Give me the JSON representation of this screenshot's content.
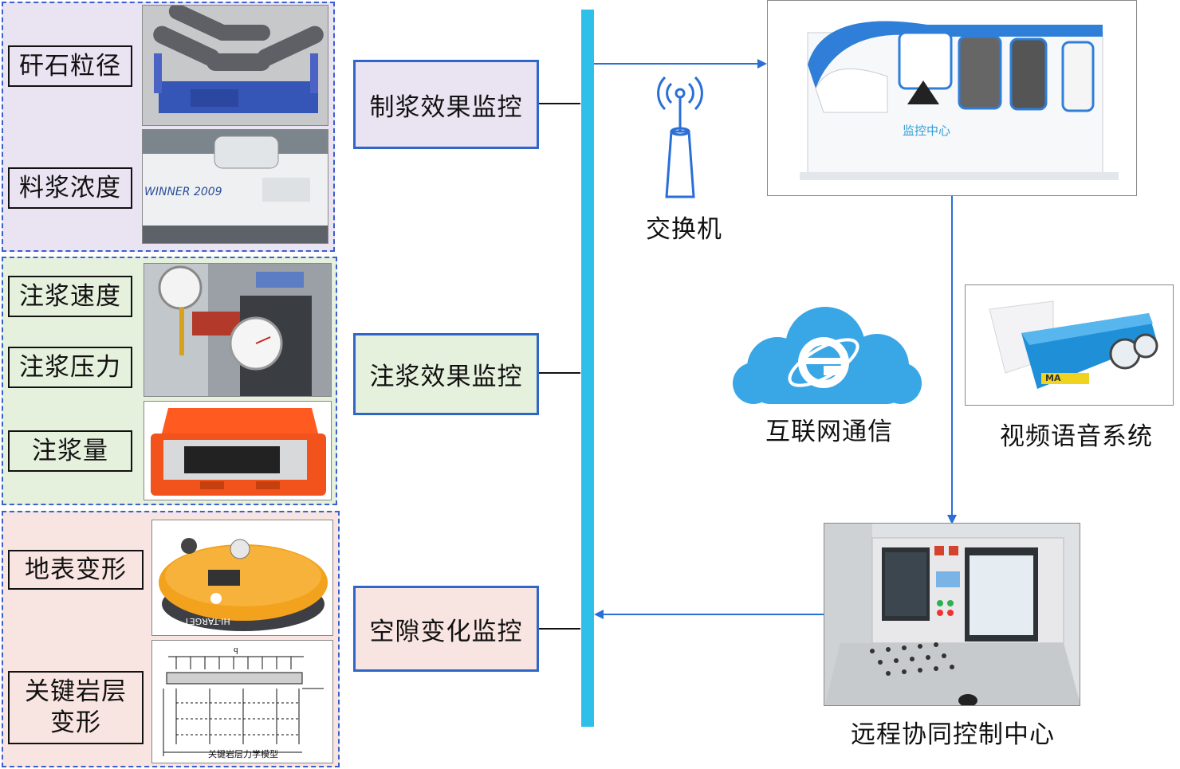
{
  "groups": [
    {
      "id": "slurry-prep",
      "monitor": "制浆效果监控",
      "items": [
        "矸石粒径",
        "料浆浓度"
      ]
    },
    {
      "id": "grouting",
      "monitor": "注浆效果监控",
      "items": [
        "注浆速度",
        "注浆压力",
        "注浆量"
      ]
    },
    {
      "id": "void",
      "monitor": "空隙变化监控",
      "items": [
        "地表变形",
        "关键岩层变形"
      ]
    }
  ],
  "key_stratum": {
    "line1": "关键岩层",
    "line2": "变形"
  },
  "network": {
    "switch_label": "交换机",
    "internet_label": "互联网通信",
    "video_label": "视频语音系统",
    "remote_center_label": "远程协同控制中心"
  },
  "photo_text": {
    "analyzer_brand": "WINNER 2009",
    "monitor_room_sign": "监控中心",
    "receiver_brand": "HI-TARGET",
    "video_brand": "MA",
    "model_caption": "关键岩层力学模型",
    "model_q": "q"
  },
  "colors": {
    "bus": "#2fc0ea",
    "arrow": "#2a6fd6",
    "group_border": "#3a5fcf"
  }
}
